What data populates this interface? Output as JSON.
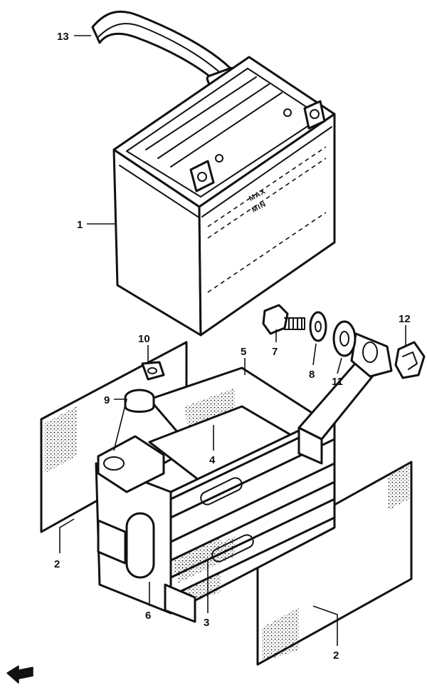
{
  "battery": {
    "level_upper": "MAX",
    "level_lower": "MIN"
  },
  "callouts": [
    {
      "id": "c1",
      "label": "1"
    },
    {
      "id": "c2a",
      "label": "2"
    },
    {
      "id": "c2b",
      "label": "2"
    },
    {
      "id": "c3",
      "label": "3"
    },
    {
      "id": "c4",
      "label": "4"
    },
    {
      "id": "c5",
      "label": "5"
    },
    {
      "id": "c6",
      "label": "6"
    },
    {
      "id": "c7",
      "label": "7"
    },
    {
      "id": "c8",
      "label": "8"
    },
    {
      "id": "c9",
      "label": "9"
    },
    {
      "id": "c10",
      "label": "10"
    },
    {
      "id": "c11",
      "label": "11"
    },
    {
      "id": "c12",
      "label": "12"
    },
    {
      "id": "c13",
      "label": "13"
    }
  ],
  "icons": {
    "direction_arrow": "arrow-left-icon"
  }
}
